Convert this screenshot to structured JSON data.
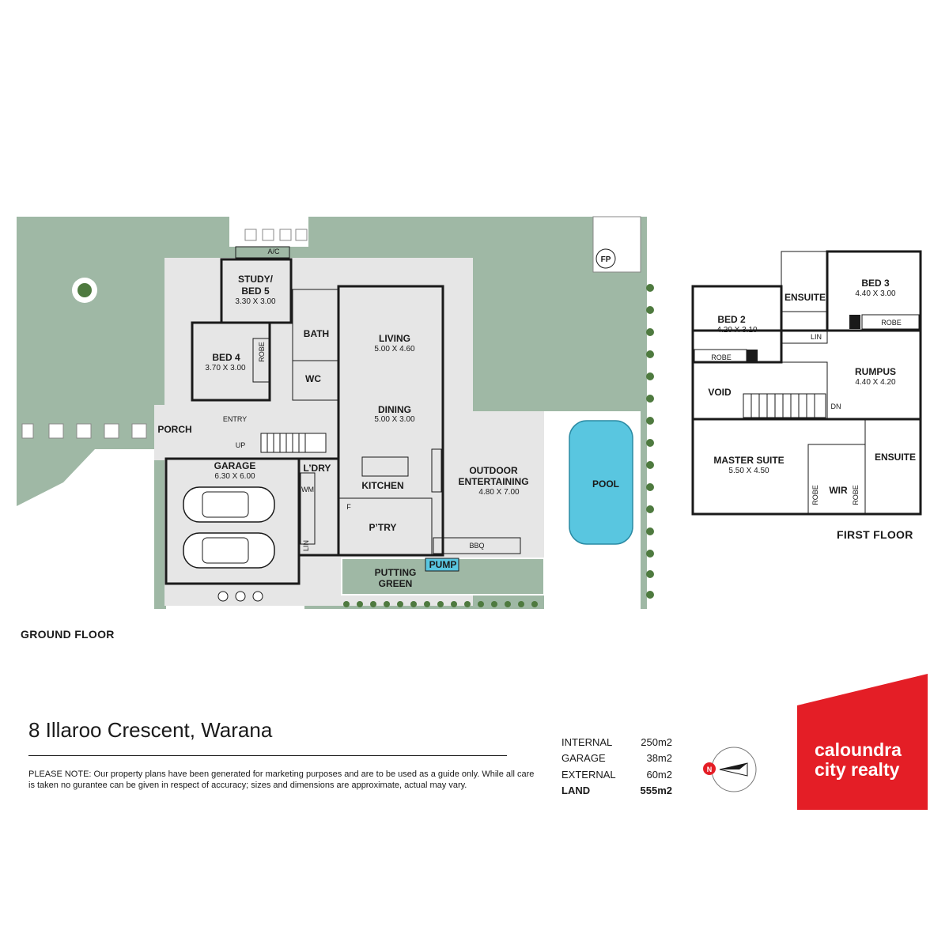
{
  "floors": {
    "ground_title": "GROUND FLOOR",
    "first_title": "FIRST FLOOR"
  },
  "ground_rooms": [
    {
      "id": "study",
      "name": "STUDY/",
      "name2": "BED 5",
      "dims": "3.30 X 3.00"
    },
    {
      "id": "bed4",
      "name": "BED 4",
      "dims": "3.70 X 3.00"
    },
    {
      "id": "bath",
      "name": "BATH"
    },
    {
      "id": "wc",
      "name": "WC"
    },
    {
      "id": "living",
      "name": "LIVING",
      "dims": "5.00 X 4.60"
    },
    {
      "id": "dining",
      "name": "DINING",
      "dims": "5.00 X 3.00"
    },
    {
      "id": "kitchen",
      "name": "KITCHEN"
    },
    {
      "id": "ptry",
      "name": "P’TRY"
    },
    {
      "id": "porch",
      "name": "PORCH"
    },
    {
      "id": "entry",
      "name": "ENTRY"
    },
    {
      "id": "garage",
      "name": "GARAGE",
      "dims": "6.30 X 6.00"
    },
    {
      "id": "ldry",
      "name": "L’DRY"
    },
    {
      "id": "outdoor",
      "name": "OUTDOOR",
      "name2": "ENTERTAINING",
      "dims": "4.80 X 7.00"
    },
    {
      "id": "pool",
      "name": "POOL"
    },
    {
      "id": "putting",
      "name": "PUTTING",
      "name2": "GREEN"
    },
    {
      "id": "pump",
      "name": "PUMP"
    }
  ],
  "ground_small_labels": {
    "ac": "A/C",
    "fp": "FP",
    "robe": "ROBE",
    "up": "UP",
    "wm": "WM",
    "lin": "LIN",
    "f": "F",
    "bbq": "BBQ"
  },
  "first_rooms": [
    {
      "id": "bed2",
      "name": "BED 2",
      "dims": "4.20 X 3.10"
    },
    {
      "id": "ensuite1",
      "name": "ENSUITE"
    },
    {
      "id": "bed3",
      "name": "BED 3",
      "dims": "4.40 X 3.00"
    },
    {
      "id": "rumpus",
      "name": "RUMPUS",
      "dims": "4.40 X 4.20"
    },
    {
      "id": "void",
      "name": "VOID"
    },
    {
      "id": "master",
      "name": "MASTER SUITE",
      "dims": "5.50 X 4.50"
    },
    {
      "id": "wir",
      "name": "WIR"
    },
    {
      "id": "ensuite2",
      "name": "ENSUITE"
    }
  ],
  "first_small_labels": {
    "robe": "ROBE",
    "lin": "LIN",
    "dn": "DN"
  },
  "address": {
    "street": "8 Illaroo Crescent,",
    "suburb": "Warana"
  },
  "note": "PLEASE NOTE: Our property plans have been generated for marketing purposes and are to be used as a guide only. While all care is taken no gurantee can be given in respect of accuracy; sizes and dimensions are approximate, actual may vary.",
  "areas": [
    {
      "label": "INTERNAL",
      "value": "250m2"
    },
    {
      "label": "GARAGE",
      "value": "38m2"
    },
    {
      "label": "EXTERNAL",
      "value": "60m2"
    },
    {
      "label": "LAND",
      "value": "555m2"
    }
  ],
  "compass": {
    "north": "N"
  },
  "brand": {
    "line1": "caloundra",
    "line2": "city realty",
    "color": "#e41e26"
  },
  "colors": {
    "lawn": "#9fb8a5",
    "floor": "#e6e6e6",
    "room": "#c8c8c8",
    "wet": "#dde9f4",
    "pool": "#59c6e0"
  }
}
